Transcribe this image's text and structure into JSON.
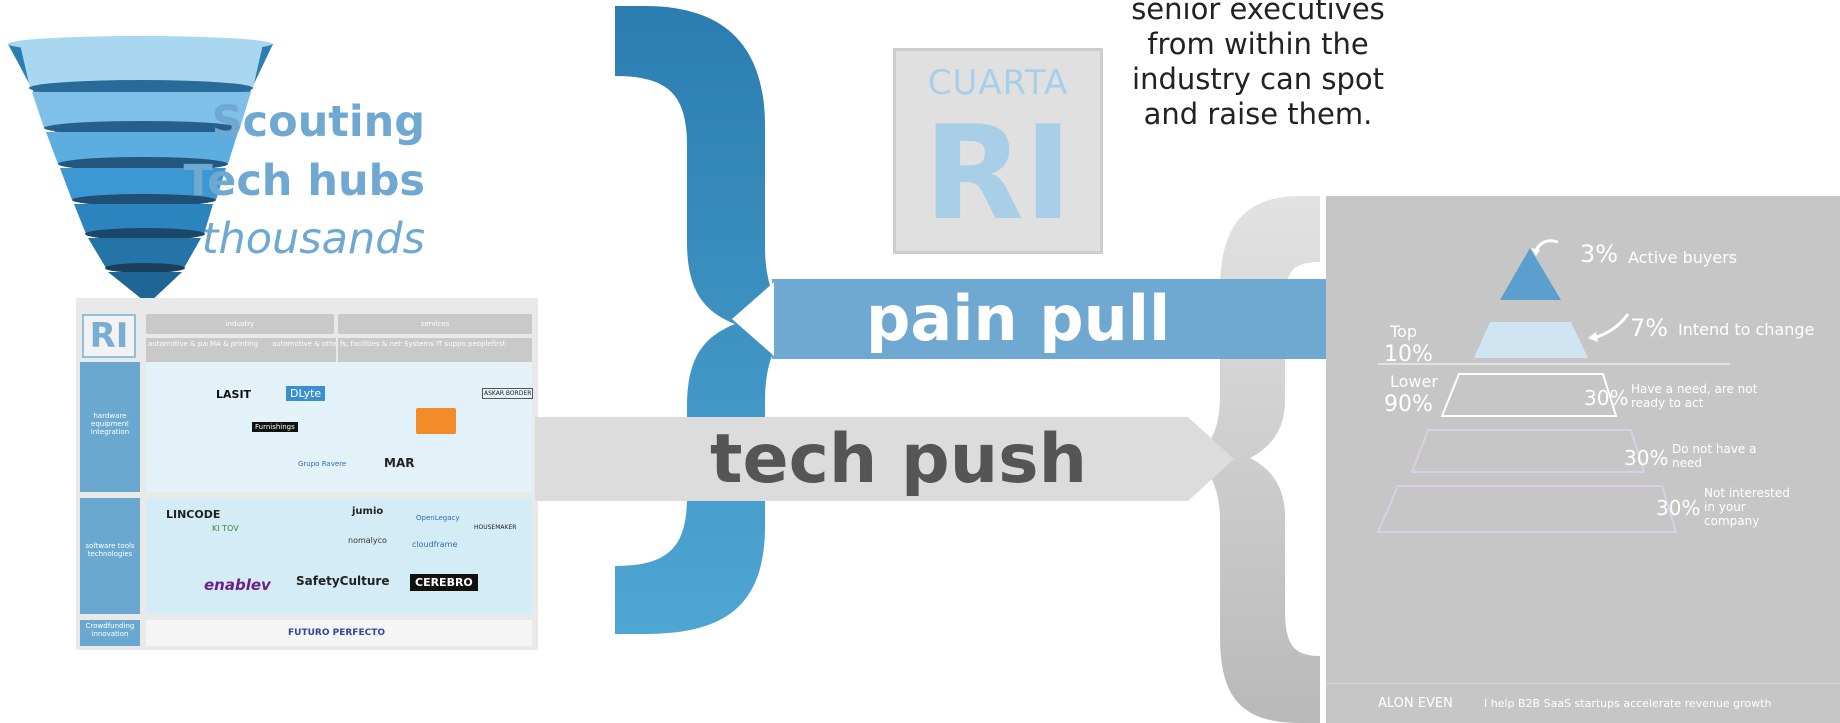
{
  "left": {
    "scouting_line1": "Scouting",
    "scouting_line2": "Tech hubs",
    "scouting_line3": "thousands"
  },
  "map_panel": {
    "logo_text": "RI",
    "header_left": "industry",
    "header_right": "services",
    "subheaders": [
      "automotive & packages",
      "MA & printing",
      "automotive & others",
      "fs, facilities & network",
      "Systems IT support",
      "peoplefirst"
    ],
    "row_labels": [
      "hardware equipment integration",
      "software tools technologies",
      "Crowdfunding innovation"
    ],
    "logos": [
      "LASIT",
      "DLyte",
      "Furnishings",
      "Grupo Ravere",
      "MAR",
      "LINCODE",
      "KI TOV",
      "jumio",
      "OpenLegacy",
      "nomalyco",
      "cloudframe",
      "enablev",
      "SafetyCulture",
      "CEREBRO",
      "FUTURO PERFECTO",
      "HOUSEMAKER",
      "ASKAR BORDER"
    ]
  },
  "center": {
    "pain_pull": "pain pull",
    "tech_push": "tech push",
    "cuarta_top": "CUARTA",
    "cuarta_ri": "RI",
    "executives_text": "senior executives from within the industry can spot and raise them."
  },
  "pyramid": {
    "active_pct": "3%",
    "active_label": "Active buyers",
    "intend_pct": "7%",
    "intend_label": "Intend to change",
    "top_label": "Top",
    "top_pct": "10%",
    "lower_label": "Lower",
    "lower_pct": "90%",
    "need_pct": "30%",
    "need_label_1": "Have a need, are not",
    "need_label_2": "ready to act",
    "noneed_pct": "30%",
    "noneed_label_1": "Do not have a",
    "noneed_label_2": "need",
    "notint_pct": "30%",
    "notint_label_1": "Not interested",
    "notint_label_2": "in your",
    "notint_label_3": "company",
    "footer_name": "ALON EVEN",
    "footer_tagline": "I help B2B SaaS startups accelerate revenue growth"
  }
}
